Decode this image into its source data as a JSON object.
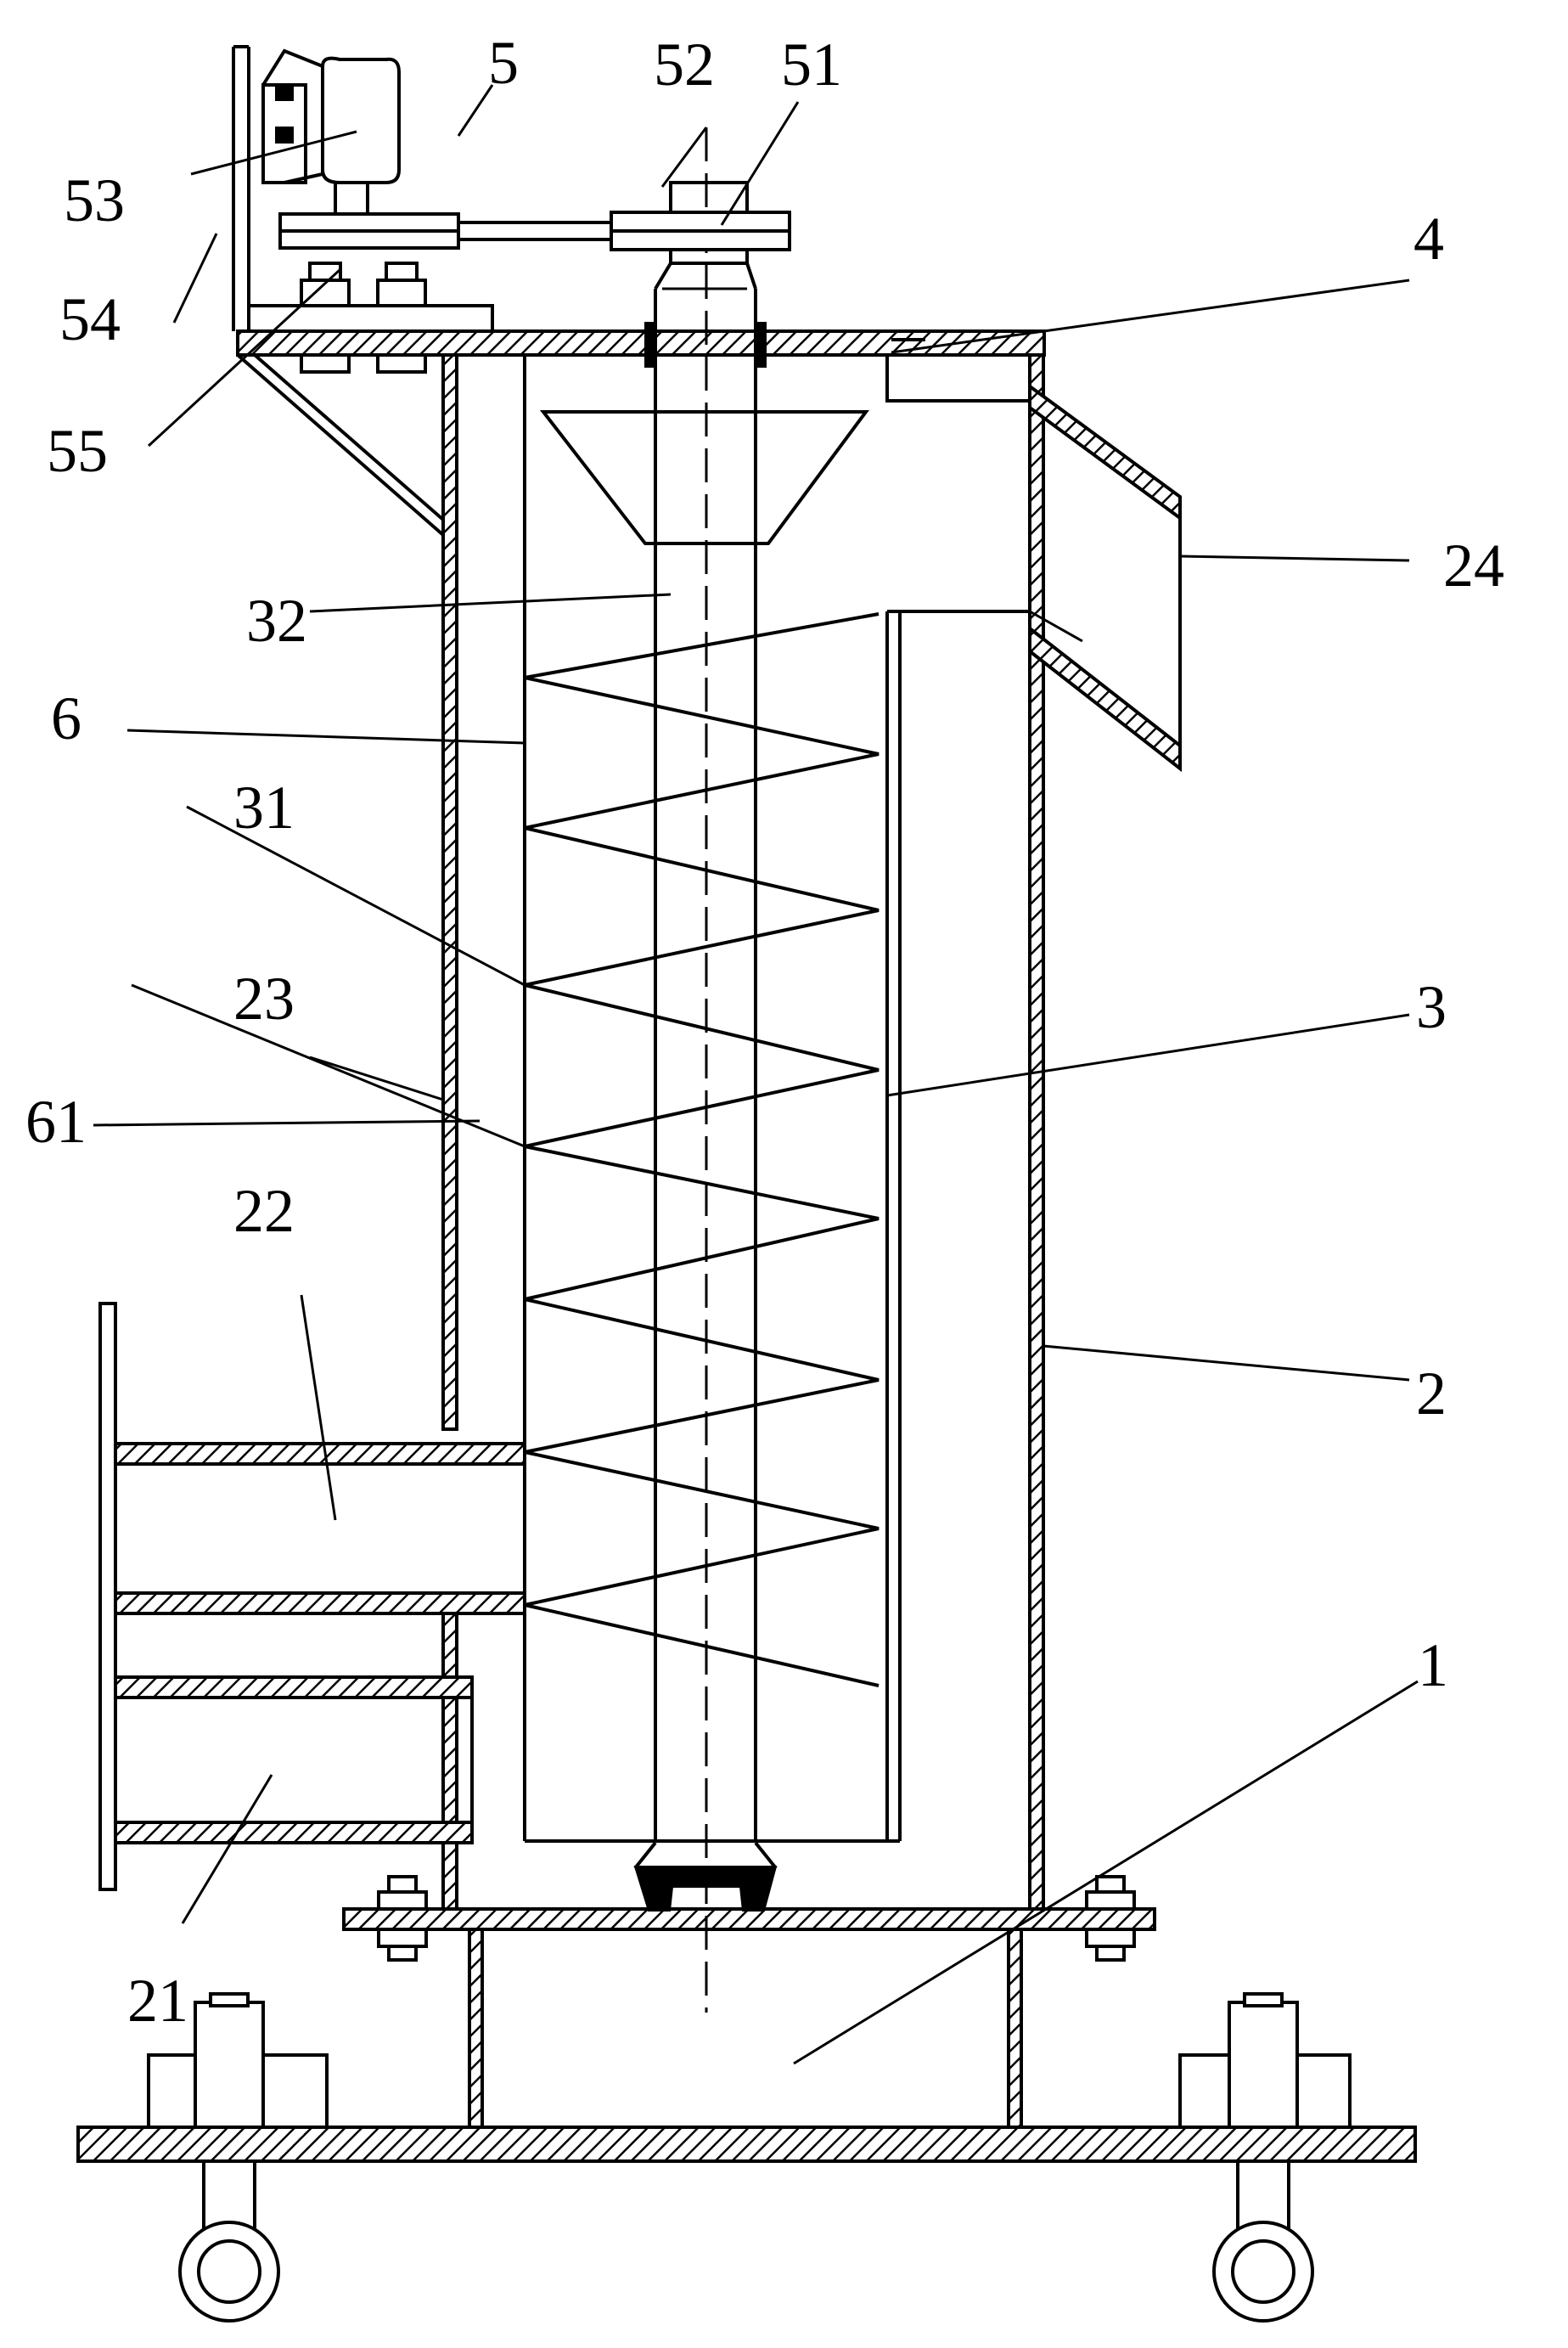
{
  "labels": {
    "l1": "1",
    "l2": "2",
    "l3": "3",
    "l4": "4",
    "l5": "5",
    "l6": "6",
    "l21": "21",
    "l22": "22",
    "l23": "23",
    "l24": "24",
    "l31": "31",
    "l32": "32",
    "l51": "51",
    "l52": "52",
    "l53": "53",
    "l54": "54",
    "l55": "55",
    "l61": "61"
  }
}
